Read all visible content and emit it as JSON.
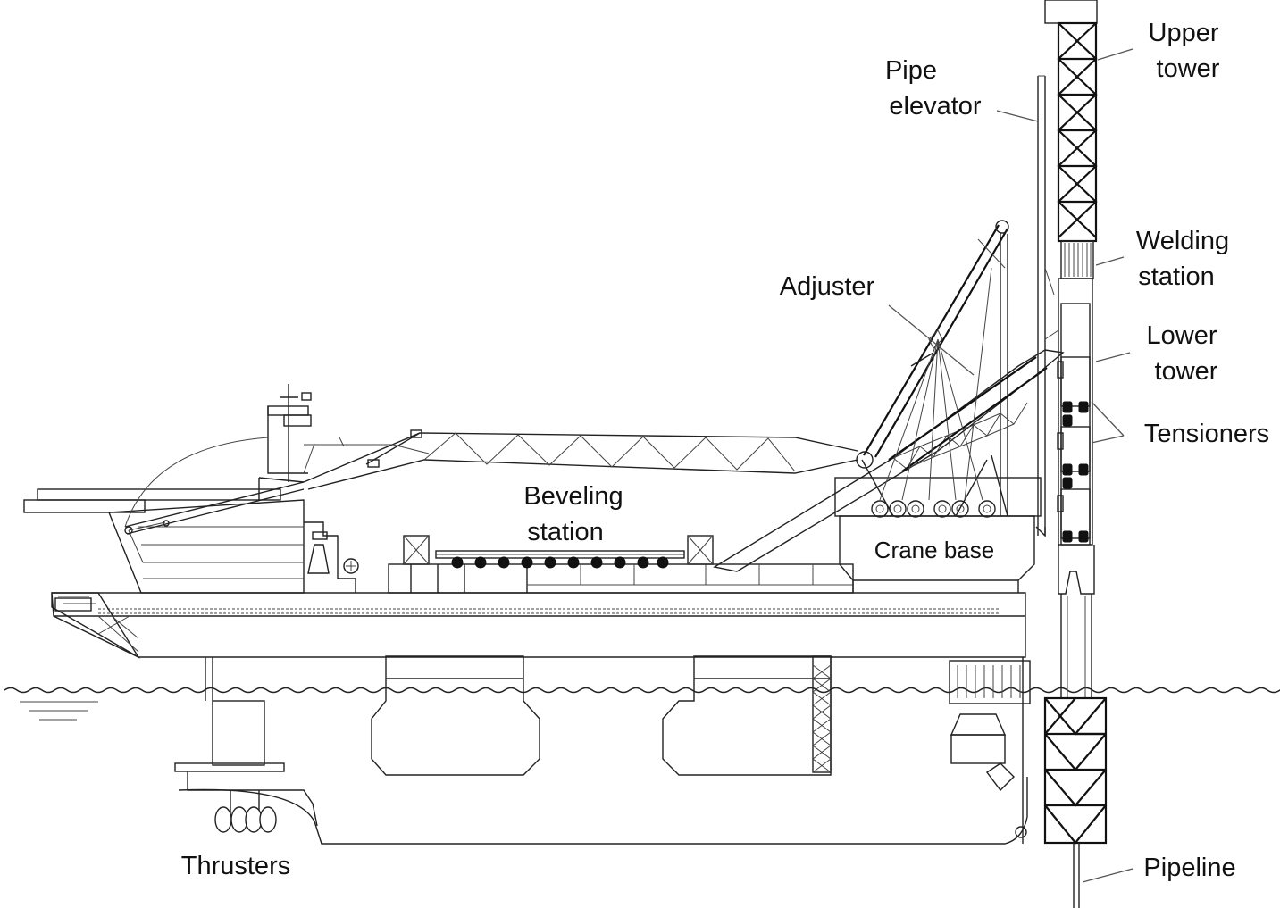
{
  "labels": {
    "upper_tower_1": "Upper",
    "upper_tower_2": "tower",
    "pipe_elevator_1": "Pipe",
    "pipe_elevator_2": "elevator",
    "welding_station_1": "Welding",
    "welding_station_2": "station",
    "adjuster": "Adjuster",
    "lower_tower_1": "Lower",
    "lower_tower_2": "tower",
    "tensioners": "Tensioners",
    "beveling_station_1": "Beveling",
    "beveling_station_2": "station",
    "crane_base": "Crane base",
    "thrusters": "Thrusters",
    "pipeline": "Pipeline"
  },
  "colors": {
    "line": "#222222",
    "background": "#ffffff"
  }
}
